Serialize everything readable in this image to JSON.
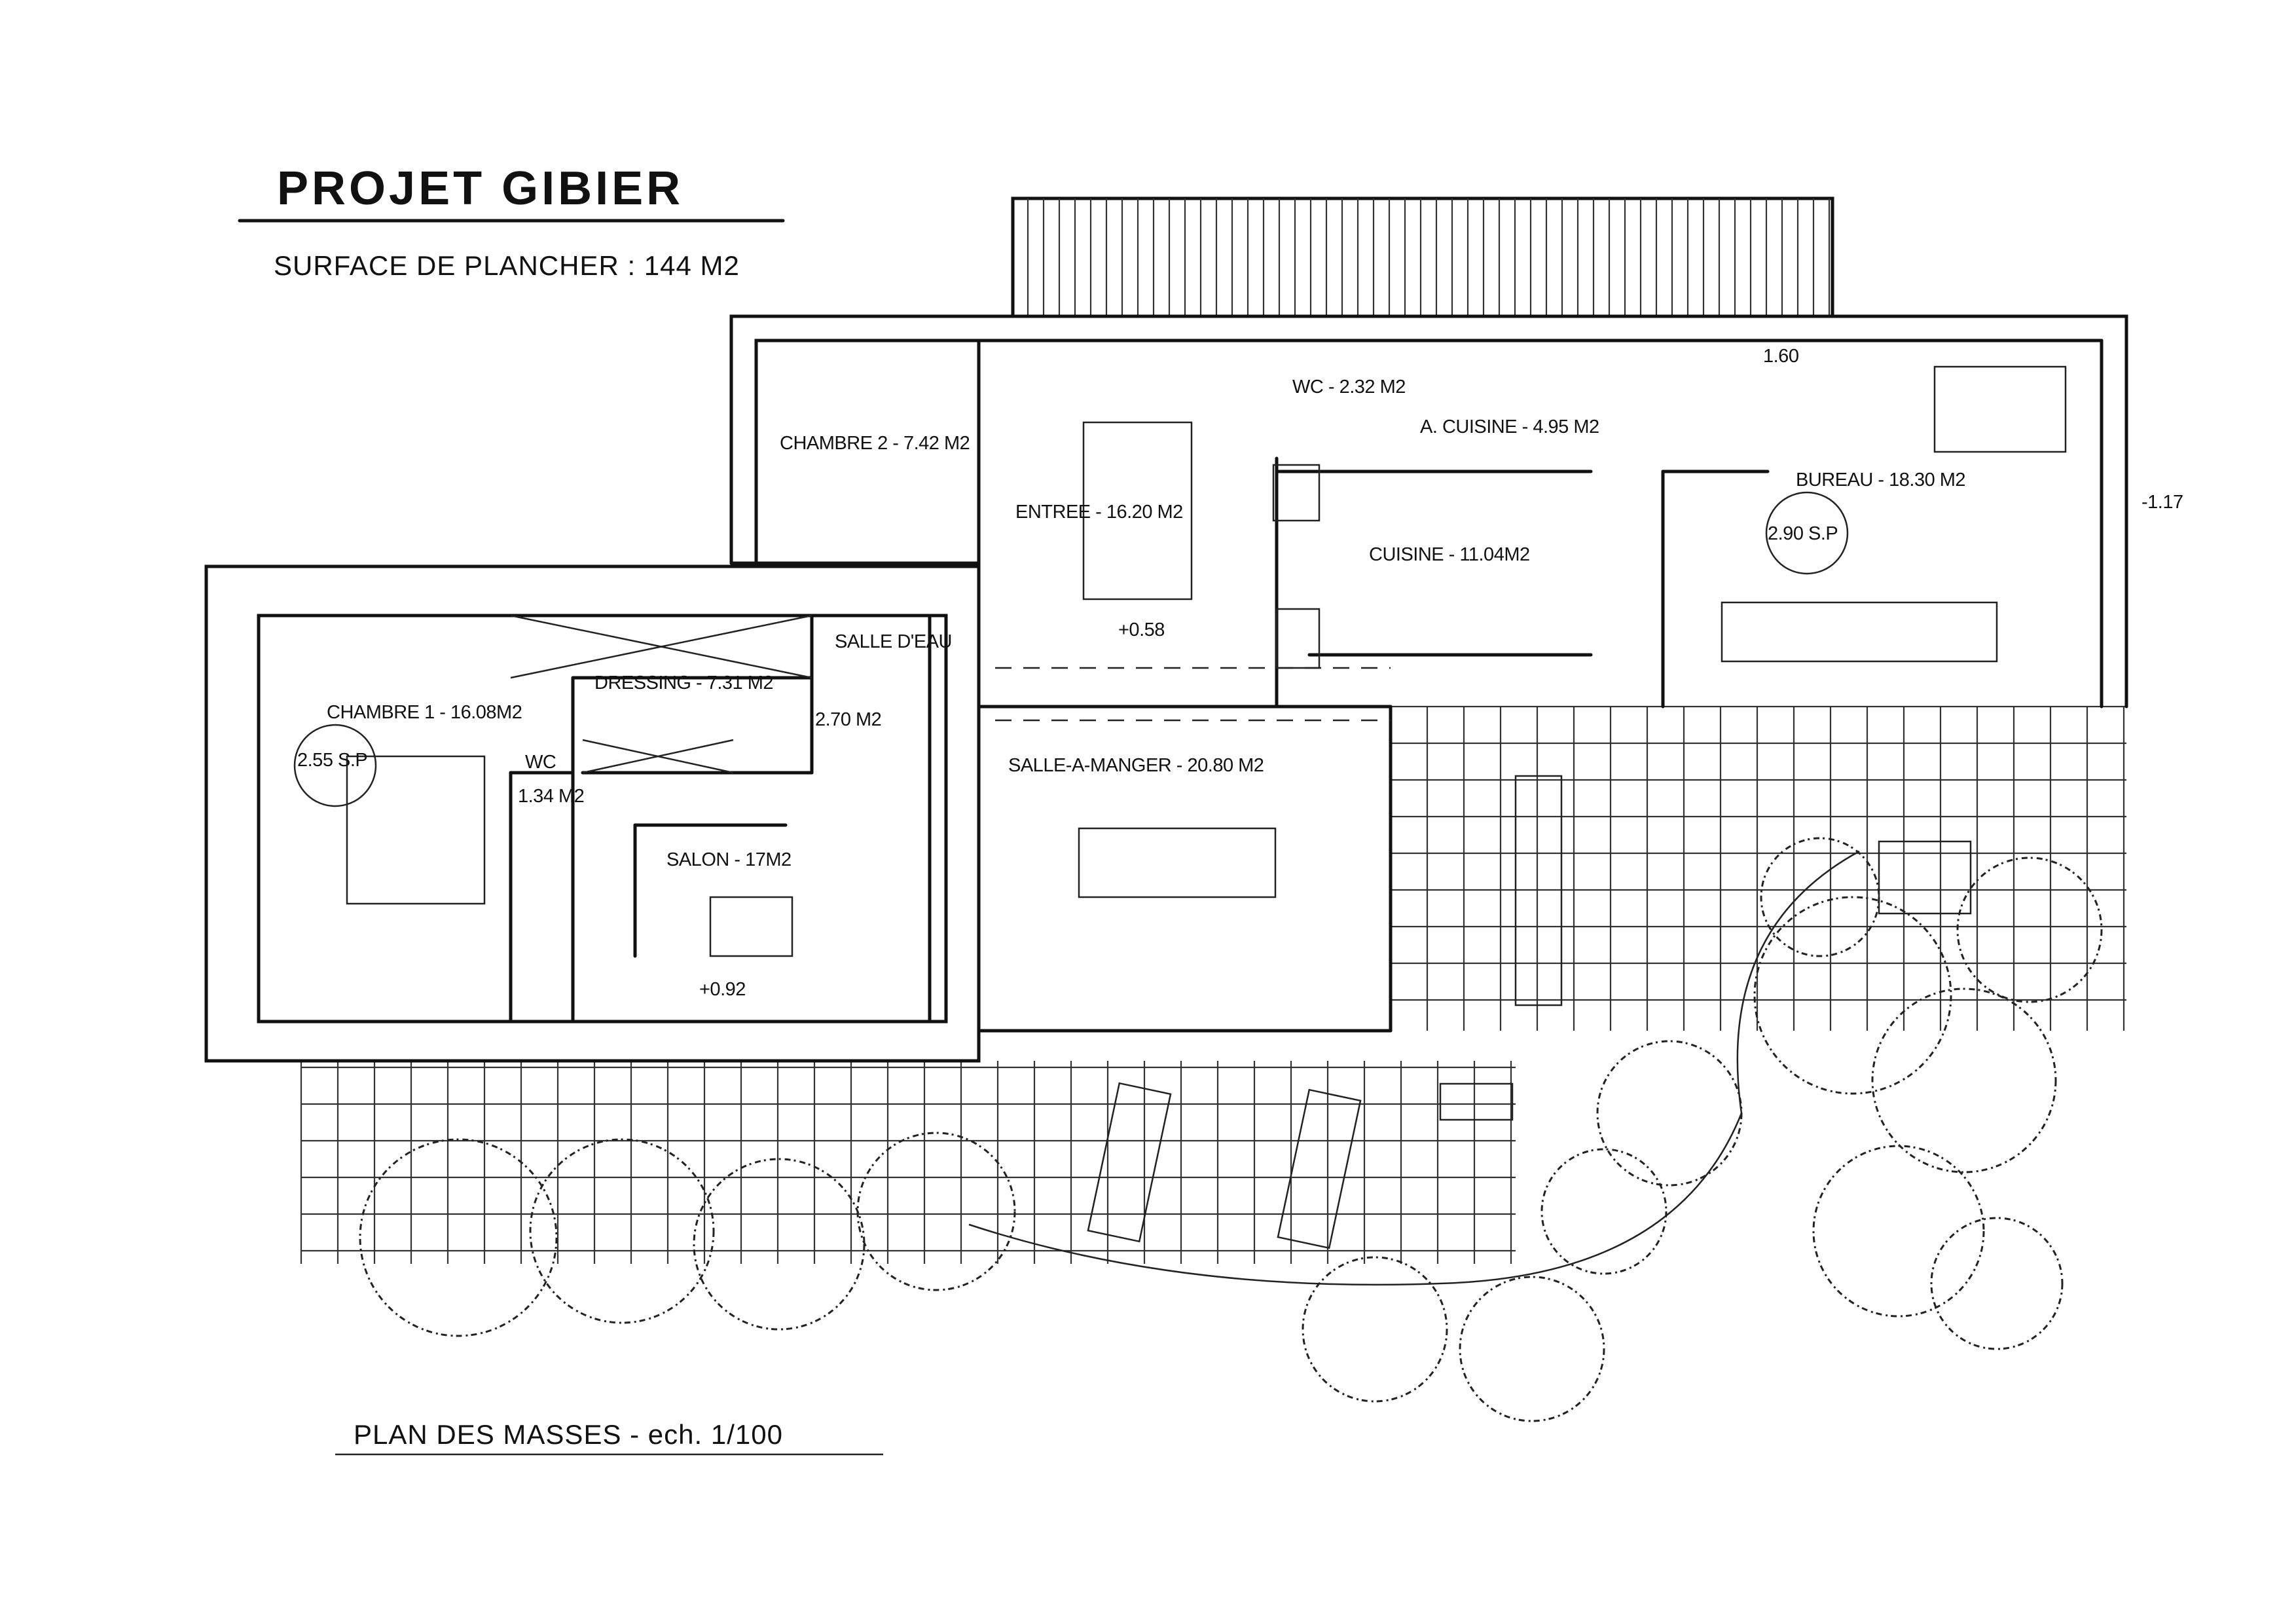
{
  "title": "PROJET GIBIER",
  "surface": "SURFACE DE PLANCHER   :   144 M2",
  "footer": "PLAN DES MASSES  -  ech. 1/100",
  "rooms": {
    "chambre2": "CHAMBRE 2 - 7.42 M2",
    "entree": "ENTREE - 16.20 M2",
    "wc_top": "WC - 2.32 M2",
    "a_cuisine": "A. CUISINE - 4.95 M2",
    "cuisine": "CUISINE - 11.04M2",
    "bureau": "BUREAU - 18.30 M2",
    "salle_eau": "SALLE D'EAU",
    "dressing": "DRESSING - 7.31 M2",
    "salle_eau_area": "2.70 M2",
    "chambre1": "CHAMBRE 1 - 16.08M2",
    "wc_left": "WC",
    "wc_left_area": "1.34 M2",
    "salle_a_manger": "SALLE-A-MANGER - 20.80 M2",
    "salon": "SALON - 17M2"
  },
  "annotations": {
    "bureau_sp": "2.90 S.P",
    "chambre1_sp": "2.55 S.P",
    "dim_160": "1.60",
    "level_m117": "-1.17",
    "level_058": "+0.58",
    "level_092": "+0.92"
  }
}
